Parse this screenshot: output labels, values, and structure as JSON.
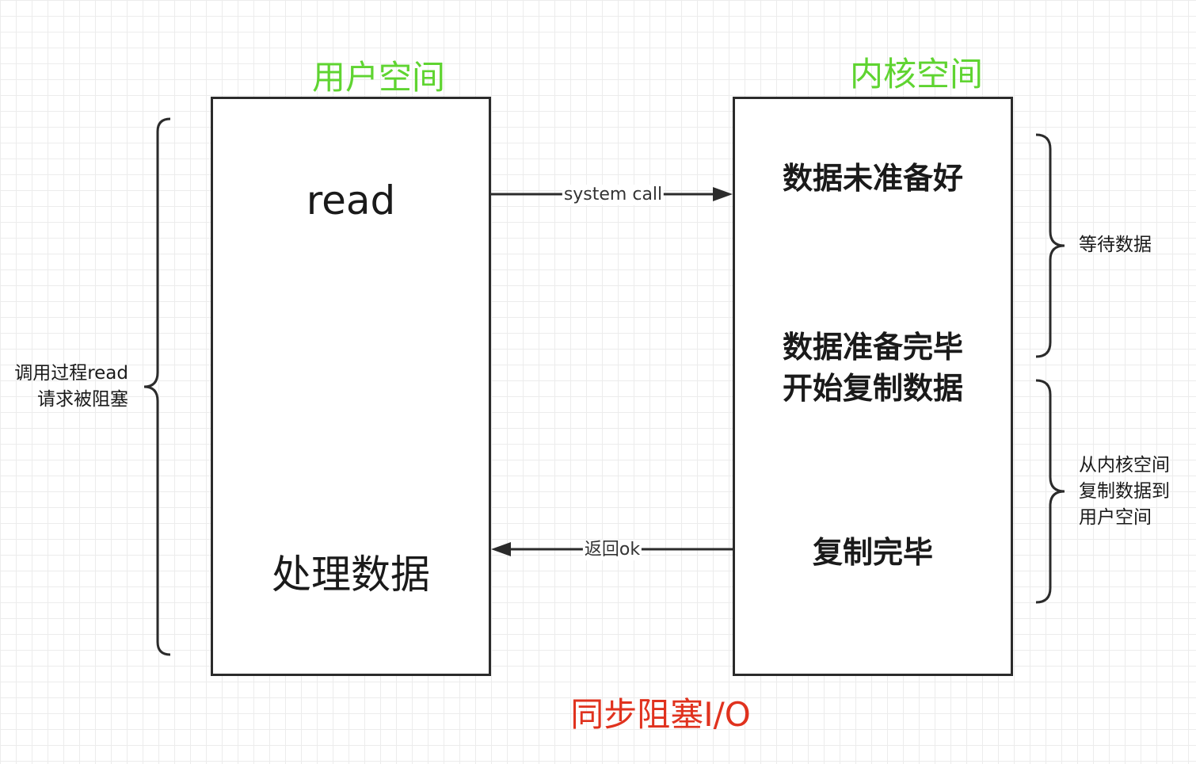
{
  "colors": {
    "title_green": "#5fd431",
    "caption_red": "#e0321e",
    "line": "#2b2b2b",
    "grid": "#ececec"
  },
  "user_space": {
    "title": "用户空间",
    "read_label": "read",
    "process_label": "处理数据"
  },
  "kernel_space": {
    "title": "内核空间",
    "data_not_ready": "数据未准备好",
    "data_ready_line1": "数据准备完毕",
    "data_ready_line2": "开始复制数据",
    "copy_done": "复制完毕"
  },
  "arrows": {
    "system_call": "system call",
    "return_ok": "返回ok"
  },
  "left_annotation": {
    "line1": "调用过程read",
    "line2": "请求被阻塞"
  },
  "right_annotations": {
    "wait": "等待数据",
    "copy_line1": "从内核空间",
    "copy_line2": "复制数据到",
    "copy_line3": "用户空间"
  },
  "caption": "同步阻塞I/O",
  "icons": {
    "left_brace": "left-curly-brace",
    "right_brace": "right-curly-brace",
    "arrowhead": "triangle-arrowhead"
  }
}
